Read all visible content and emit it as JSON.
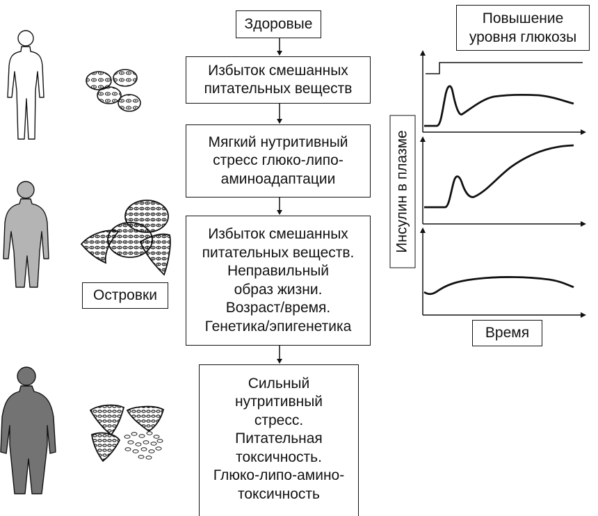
{
  "flow": {
    "start": "Здоровые",
    "step1": [
      "Избыток смешанных",
      "питательных веществ"
    ],
    "step2": [
      "Мягкий нутритивный",
      "стресс глюко-липо-",
      "аминоадаптации"
    ],
    "step3": [
      "Избыток смешанных",
      "питательных веществ.",
      "Неправильный",
      "образ жизни.",
      "Возраст/время.",
      "Генетика/эпигенетика"
    ],
    "step4": [
      "Сильный",
      "нутритивный",
      "стресс.",
      "Питательная",
      "токсичность.",
      "Глюко-липо-амино-",
      "токсичность"
    ]
  },
  "islets_label": "Островки",
  "graph": {
    "glucose_label": [
      "Повышение",
      "уровня глюкозы"
    ],
    "ylabel": "Инсулин в плазме",
    "xlabel": "Время"
  },
  "colors": {
    "ink": "#111111",
    "healthy_body": "#ffffff",
    "overweight_body": "#b4b4b4",
    "obese_body": "#737373"
  }
}
